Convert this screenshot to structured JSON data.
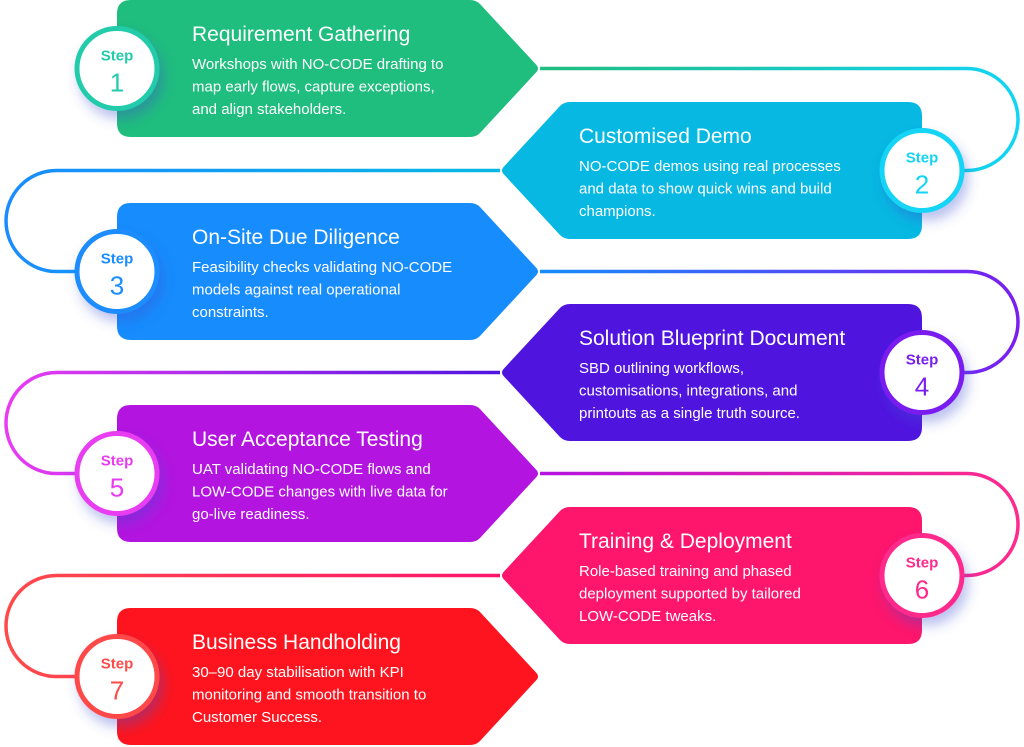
{
  "diagram": {
    "type": "process-flow",
    "step_label": "Step",
    "steps": [
      {
        "number": "1",
        "title": "Requirement Gathering",
        "description": [
          "Workshops with NO-CODE drafting to",
          "map early flows, capture exceptions,",
          "and align stakeholders."
        ],
        "color": "#1fbd7e",
        "ring_color": "#22ccaa"
      },
      {
        "number": "2",
        "title": "Customised Demo",
        "description": [
          "NO-CODE demos using real processes",
          "and data to show quick wins and build",
          "champions."
        ],
        "color": "#06b8e2",
        "ring_color": "#12d4f5"
      },
      {
        "number": "3",
        "title": "On-Site Due Diligence",
        "description": [
          "Feasibility checks validating NO-CODE",
          "models against real operational",
          "constraints."
        ],
        "color": "#168cfd",
        "ring_color": "#1a8cff"
      },
      {
        "number": "4",
        "title": "Solution Blueprint Document",
        "description": [
          "SBD outlining workflows,",
          "customisations, integrations, and",
          "printouts as a single truth source."
        ],
        "color": "#5014df",
        "ring_color": "#7a1ef0"
      },
      {
        "number": "5",
        "title": "User Acceptance Testing",
        "description": [
          "UAT validating NO-CODE flows and",
          "LOW-CODE changes with live data for",
          "go-live readiness."
        ],
        "color": "#b314df",
        "ring_color": "#e93cf2"
      },
      {
        "number": "6",
        "title": "Training & Deployment",
        "description": [
          "Role-based training and phased",
          "deployment supported by tailored",
          "LOW-CODE tweaks."
        ],
        "color": "#fe156c",
        "ring_color": "#ff2a8c"
      },
      {
        "number": "7",
        "title": "Business Handholding",
        "description": [
          "30–90 day stabilisation with KPI",
          "monitoring and smooth transition to",
          "Customer Success."
        ],
        "color": "#fe141e",
        "ring_color": "#ff4a4a"
      }
    ]
  }
}
